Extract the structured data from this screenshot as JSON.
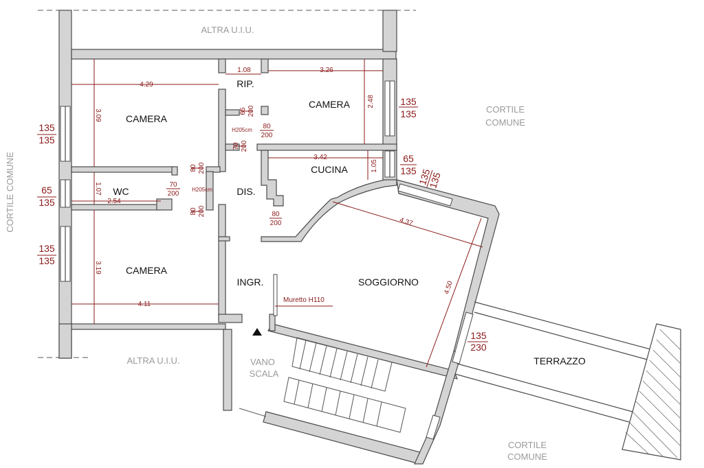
{
  "rooms": {
    "camera_top_left": "CAMERA",
    "camera_top_right": "CAMERA",
    "camera_bottom_left": "CAMERA",
    "rip": "RIP.",
    "wc": "WC",
    "dis": "DIS.",
    "cucina": "CUCINA",
    "ingr": "INGR.",
    "soggiorno": "SOGGIORNO",
    "terrazzo": "TERRAZZO",
    "vano": "VANO",
    "scala": "SCALA"
  },
  "surroundings": {
    "altra_top": "ALTRA U.I.U.",
    "altra_bottom": "ALTRA U.I.U.",
    "cortile_left": "CORTILE COMUNE",
    "cortile_right_1": "CORTILE",
    "cortile_right_2": "COMUNE",
    "cortile_bottom_1": "CORTILE",
    "cortile_bottom_2": "COMUNE"
  },
  "dimensions": {
    "d_429": "4.29",
    "d_309": "3.09",
    "d_108": "1.08",
    "d_326": "3.26",
    "d_248": "2.48",
    "d_107": "1.07",
    "d_254": "2.54",
    "d_319": "3.19",
    "d_411": "4.11",
    "d_342": "3.42",
    "d_105": "1.05",
    "d_437": "4.37",
    "d_450": "4.50"
  },
  "openings": {
    "w1_num": "135",
    "w1_den": "135",
    "w2_num": "65",
    "w2_den": "135",
    "w3_num": "135",
    "w3_den": "135",
    "w4_num": "135",
    "w4_den": "135",
    "w5_num": "65",
    "w5_den": "135",
    "w6_num": "135",
    "w6_den": "135",
    "w7_num": "135",
    "w7_den": "230",
    "dr1_num": "65",
    "dr1_den": "200",
    "dr2_num": "80",
    "dr2_den": "200",
    "dr3_num": "70",
    "dr3_den": "200",
    "dr4_num": "80",
    "dr4_den": "200",
    "dr5_num": "70",
    "dr5_den": "200",
    "dr6_num": "80",
    "dr6_den": "200",
    "dr7_num": "80",
    "dr7_den": "200",
    "h205_a": "H205cm",
    "h205_b": "H205cm"
  },
  "notes": {
    "muretto": "Muretto H110"
  }
}
